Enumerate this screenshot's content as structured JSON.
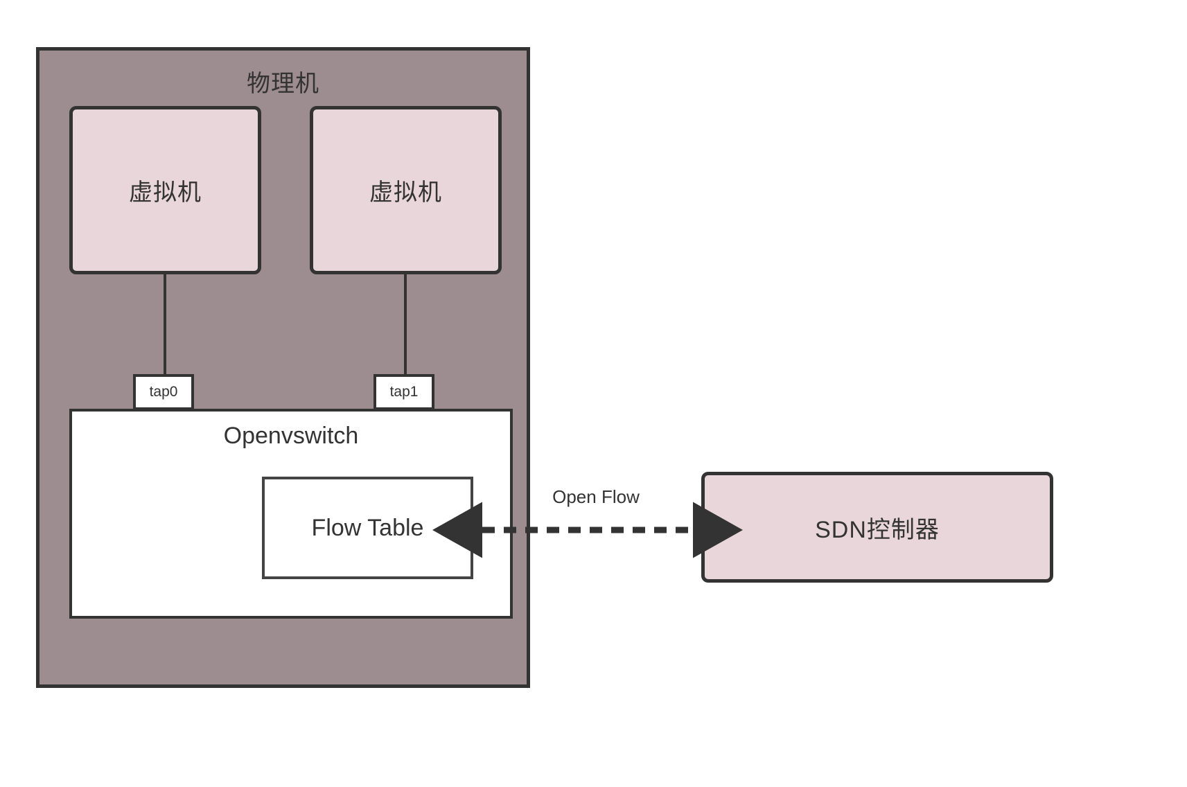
{
  "diagram": {
    "title_text": "物理机",
    "background_color": "#ffffff",
    "stroke_color": "#333333",
    "host_fill": "#9d8d91",
    "vm_fill": "#e8d6da",
    "switch_fill": "#ffffff"
  },
  "physical_machine": {
    "label": "物理机",
    "vms": [
      {
        "label": "虚拟机"
      },
      {
        "label": "虚拟机"
      }
    ],
    "taps": [
      {
        "label": "tap0"
      },
      {
        "label": "tap1"
      }
    ],
    "switch": {
      "label": "Openvswitch",
      "flow_table": {
        "label": "Flow Table"
      }
    }
  },
  "controller": {
    "label": "SDN控制器",
    "fill": "#e8d6da"
  },
  "link": {
    "label": "Open Flow",
    "style": "dashed",
    "direction": "bidirectional",
    "color": "#333333"
  }
}
